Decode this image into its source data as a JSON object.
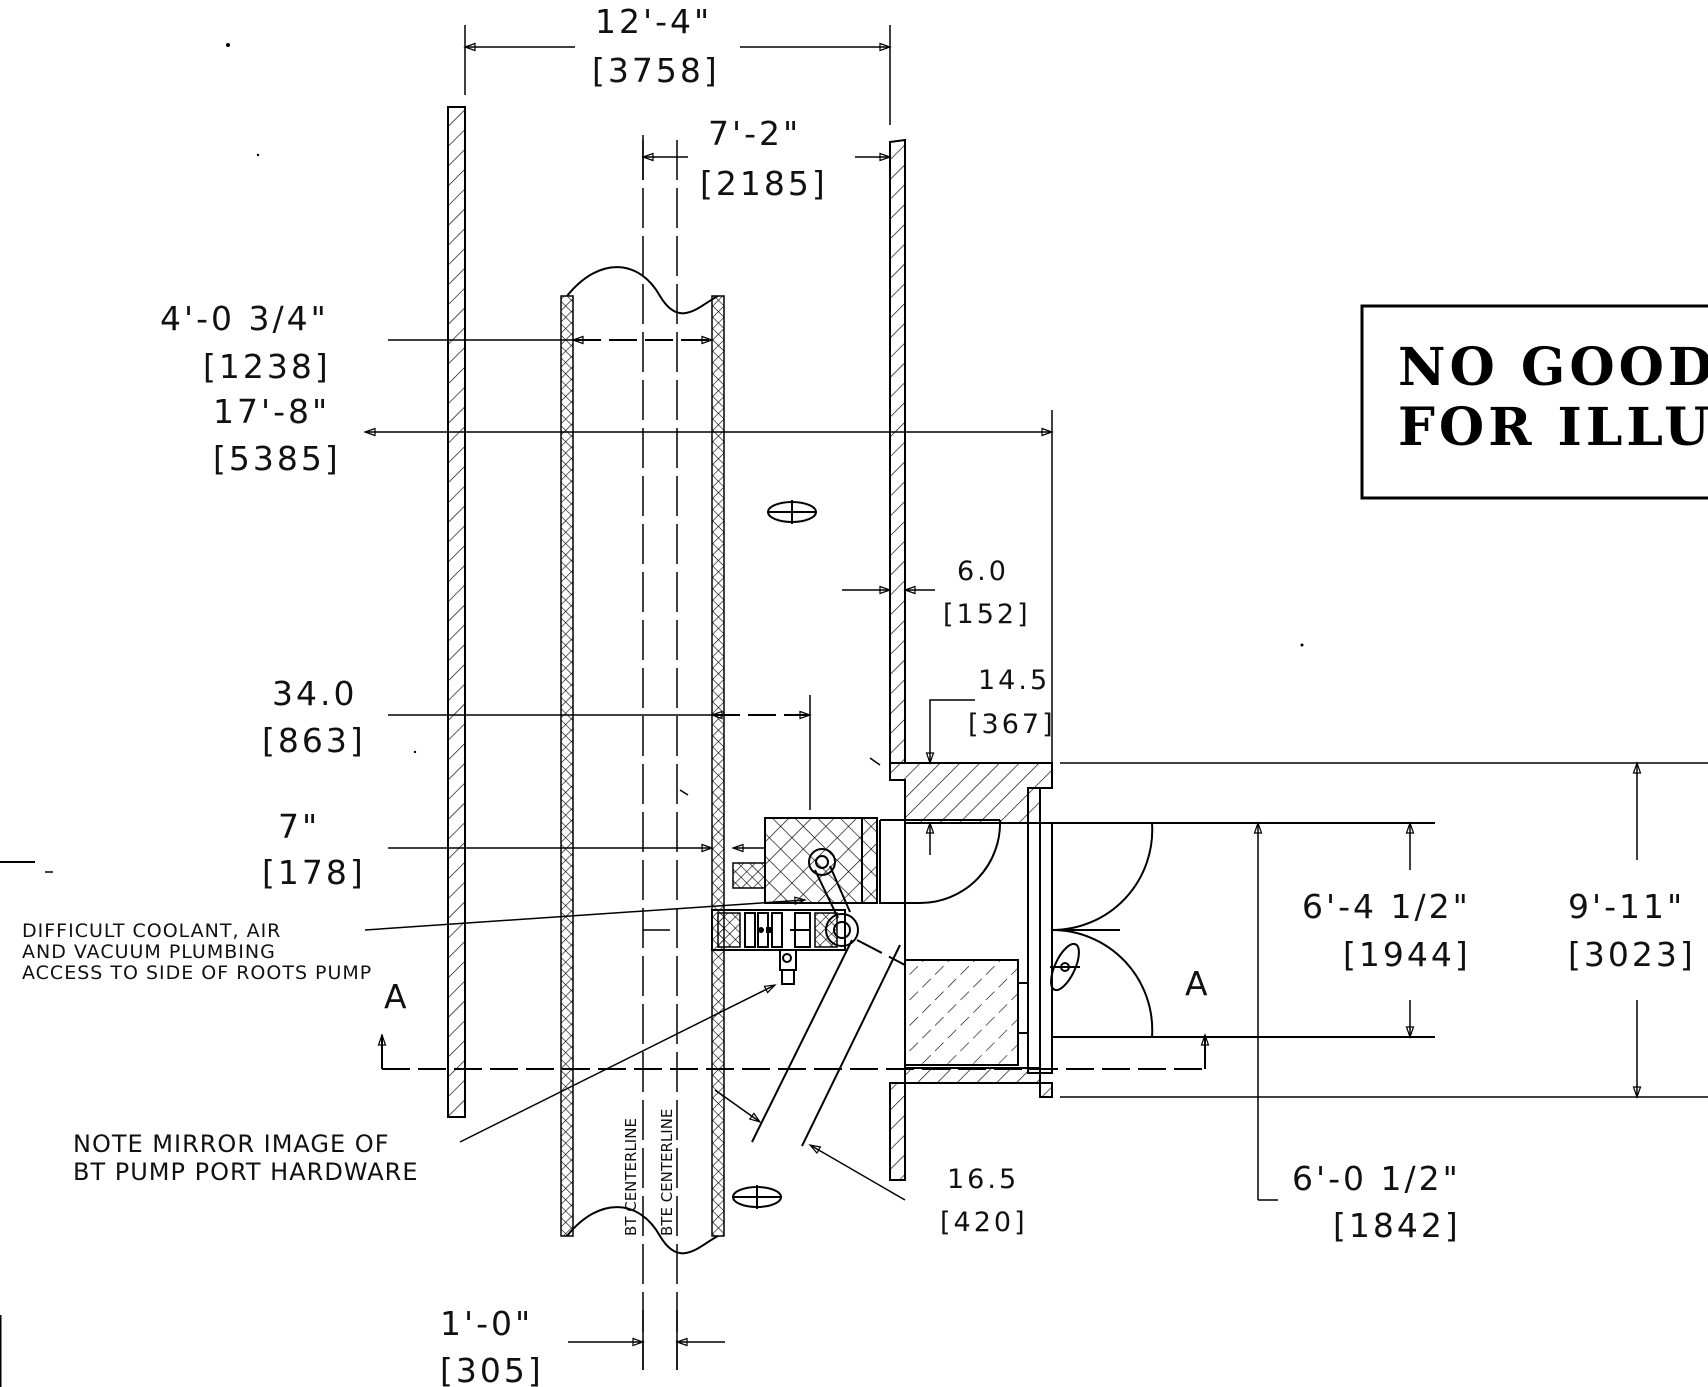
{
  "dimensions": {
    "d1": {
      "imperial": "12'-4\"",
      "metric": "[3758]"
    },
    "d2": {
      "imperial": "7'-2\"",
      "metric": "[2185]"
    },
    "d3": {
      "imperial": "4'-0 3/4\"",
      "metric": "[1238]"
    },
    "d4": {
      "imperial": "17'-8\"",
      "metric": "[5385]"
    },
    "d5": {
      "imperial": "6.0",
      "metric": "[152]"
    },
    "d6": {
      "imperial": "14.5",
      "metric": "[367]"
    },
    "d7": {
      "imperial": "34.0",
      "metric": "[863]"
    },
    "d8": {
      "imperial": "7\"",
      "metric": "[178]"
    },
    "d9": {
      "imperial": "6'-4 1/2\"",
      "metric": "[1944]"
    },
    "d10": {
      "imperial": "9'-11\"",
      "metric": "[3023]"
    },
    "d11": {
      "imperial": "6'-0 1/2\"",
      "metric": "[1842]"
    },
    "d12": {
      "imperial": "16.5",
      "metric": "[420]"
    },
    "d13": {
      "imperial": "1'-0\"",
      "metric": "[305]"
    }
  },
  "notes": {
    "coolant": [
      "DIFFICULT COOLANT, AIR",
      "AND VACUUM PLUMBING",
      "ACCESS TO SIDE OF ROOTS PUMP"
    ],
    "mirror": [
      "NOTE MIRROR IMAGE OF",
      "BT PUMP PORT HARDWARE"
    ]
  },
  "centerlines": {
    "bt": "BT CENTERLINE",
    "bte": "BTE CENTERLINE"
  },
  "section_marks": {
    "left": "A",
    "right": "A"
  },
  "stamp": {
    "line1": "NO GOOD -",
    "line2": "FOR ILLUS"
  }
}
